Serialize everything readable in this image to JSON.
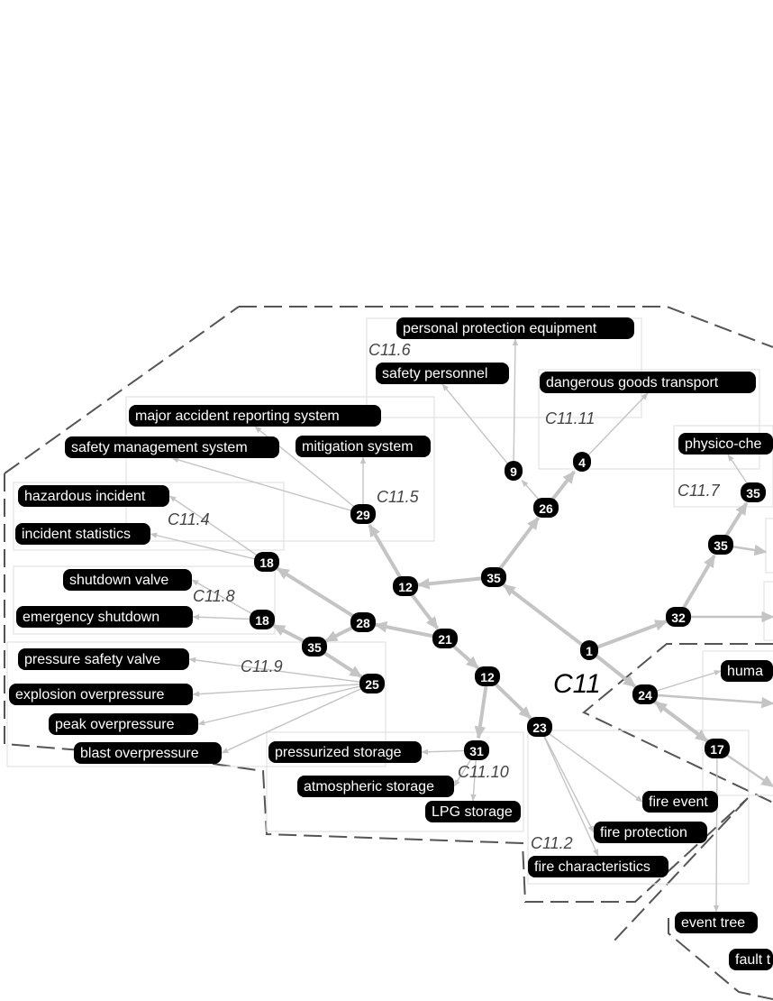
{
  "root_label": "C11",
  "nodes": [
    {
      "id": "n1",
      "value": "1"
    },
    {
      "id": "n35c",
      "value": "35"
    },
    {
      "id": "n26",
      "value": "26"
    },
    {
      "id": "n9",
      "value": "9"
    },
    {
      "id": "n4",
      "value": "4"
    },
    {
      "id": "n12a",
      "value": "12"
    },
    {
      "id": "n29",
      "value": "29"
    },
    {
      "id": "n21",
      "value": "21"
    },
    {
      "id": "n12b",
      "value": "12"
    },
    {
      "id": "n31",
      "value": "31"
    },
    {
      "id": "n23",
      "value": "23"
    },
    {
      "id": "n28",
      "value": "28"
    },
    {
      "id": "n18a",
      "value": "18"
    },
    {
      "id": "n35l",
      "value": "35"
    },
    {
      "id": "n18b",
      "value": "18"
    },
    {
      "id": "n25",
      "value": "25"
    },
    {
      "id": "n32",
      "value": "32"
    },
    {
      "id": "n35r",
      "value": "35"
    },
    {
      "id": "n35t",
      "value": "35"
    },
    {
      "id": "n24",
      "value": "24"
    },
    {
      "id": "n17",
      "value": "17"
    }
  ],
  "labels": [
    {
      "id": "l_ppe",
      "text": "personal protection equipment"
    },
    {
      "id": "l_sp",
      "text": "safety personnel"
    },
    {
      "id": "l_dgt",
      "text": "dangerous goods transport"
    },
    {
      "id": "l_mars",
      "text": "major accident reporting system"
    },
    {
      "id": "l_sms",
      "text": "safety management system"
    },
    {
      "id": "l_ms",
      "text": "mitigation system"
    },
    {
      "id": "l_hi",
      "text": "hazardous incident"
    },
    {
      "id": "l_is",
      "text": "incident statistics"
    },
    {
      "id": "l_sv",
      "text": "shutdown valve"
    },
    {
      "id": "l_es",
      "text": "emergency shutdown"
    },
    {
      "id": "l_psv",
      "text": "pressure safety valve"
    },
    {
      "id": "l_eo",
      "text": "explosion overpressure"
    },
    {
      "id": "l_po",
      "text": "peak overpressure"
    },
    {
      "id": "l_bo",
      "text": "blast overpressure"
    },
    {
      "id": "l_ps",
      "text": "pressurized storage"
    },
    {
      "id": "l_as",
      "text": "atmospheric storage"
    },
    {
      "id": "l_lpg",
      "text": "LPG storage"
    },
    {
      "id": "l_fe",
      "text": "fire event"
    },
    {
      "id": "l_fp",
      "text": "fire protection"
    },
    {
      "id": "l_fc",
      "text": "fire characteristics"
    },
    {
      "id": "l_pc",
      "text": "physico-che"
    },
    {
      "id": "l_hum",
      "text": "huma"
    },
    {
      "id": "l_et",
      "text": "event tree"
    },
    {
      "id": "l_ft",
      "text": "fault t"
    }
  ],
  "clusters": [
    {
      "id": "c6",
      "text": "C11.6"
    },
    {
      "id": "c11",
      "text": "C11.11"
    },
    {
      "id": "c5",
      "text": "C11.5"
    },
    {
      "id": "c4",
      "text": "C11.4"
    },
    {
      "id": "c8",
      "text": "C11.8"
    },
    {
      "id": "c9",
      "text": "C11.9"
    },
    {
      "id": "c10",
      "text": "C11.10"
    },
    {
      "id": "c2",
      "text": "C11.2"
    },
    {
      "id": "c7",
      "text": "C11.7"
    }
  ]
}
